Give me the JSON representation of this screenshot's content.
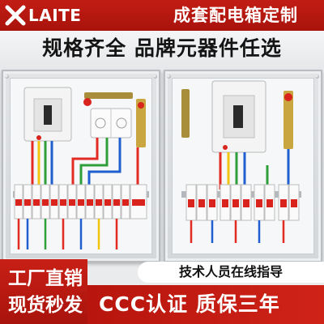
{
  "brand": {
    "name": "LAITE"
  },
  "header": {
    "title": "成套配电箱定制"
  },
  "slogan": "规格齐全 品牌元器件任选",
  "footer": {
    "line1": "工厂直销",
    "line2": "现货秒发",
    "support": "技术人员在线指导",
    "certification": "CCC认证 质保三年"
  },
  "colors": {
    "brand_red": "#c21d14",
    "breaker_red": "#d8241c",
    "wire_red": "#e22b22",
    "wire_blue": "#1f5fd0",
    "wire_green": "#2e9e3a",
    "wire_yellow": "#f1c40f"
  },
  "icons": [
    "brand-x-icon"
  ]
}
